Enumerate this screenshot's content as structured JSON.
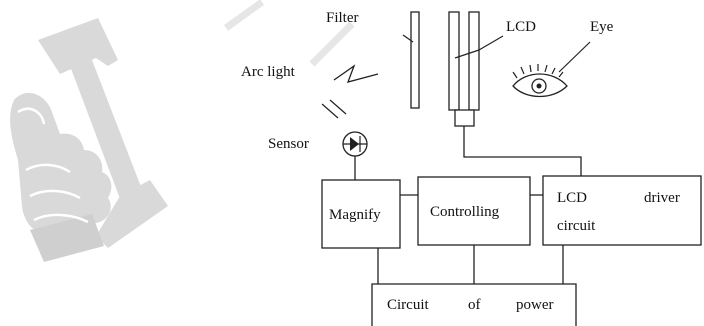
{
  "labels": {
    "filter": "Filter",
    "lcd": "LCD",
    "eye": "Eye",
    "arc_light": "Arc light",
    "sensor": "Sensor"
  },
  "blocks": {
    "magnify": "Magnify",
    "controlling": "Controlling",
    "lcd_driver_line1_left": "LCD",
    "lcd_driver_line1_right": "driver",
    "lcd_driver_line2": "circuit",
    "power_word1": "Circuit",
    "power_word2": "of",
    "power_word3": "power"
  },
  "logo": {
    "icon": "welding-mask-thumbs-up-logo",
    "color": "#d9d9d9"
  },
  "colors": {
    "line": "#222222",
    "text": "#111111"
  }
}
